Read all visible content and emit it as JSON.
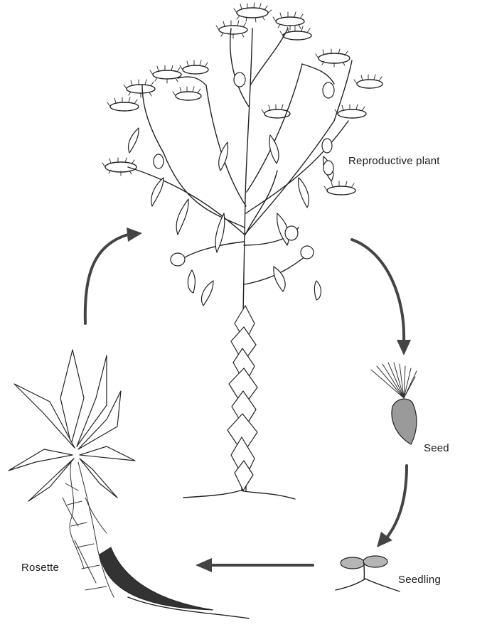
{
  "labels": {
    "reproductive": "Reproductive plant",
    "seed": "Seed",
    "seedling": "Seedling",
    "rosette": "Rosette"
  },
  "colors": {
    "ink": "#222222",
    "arrow": "#444444",
    "seed_shading": "#9a9a9a"
  }
}
